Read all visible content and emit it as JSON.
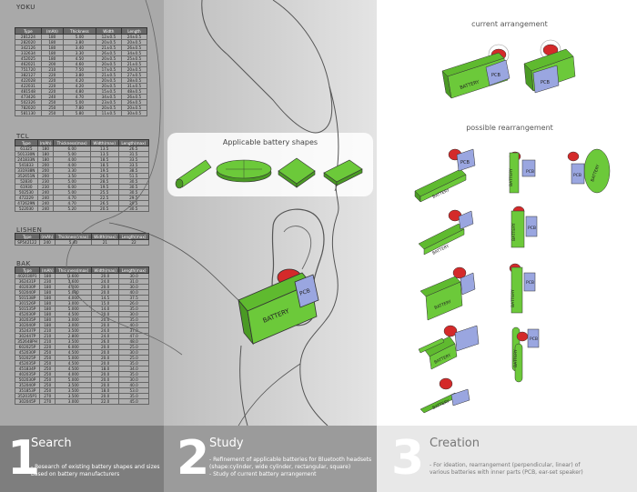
{
  "brands": [
    "YOKU",
    "TCL",
    "LISHEN",
    "BAK"
  ],
  "yoku": {
    "headers": [
      "Type",
      "(mAh)",
      "Thickness",
      "Width",
      "Length"
    ],
    "rows": [
      [
        "281224",
        "180",
        "5.00",
        "12±0.5",
        "24±0.5"
      ],
      [
        "282020",
        "180",
        "3.80",
        "20±0.5",
        "20±0.5"
      ],
      [
        "342126",
        "180",
        "3.40",
        "21±0.5",
        "26±0.5"
      ],
      [
        "332634",
        "180",
        "3.30",
        "26±0.5",
        "34±0.5"
      ],
      [
        "452025",
        "180",
        "4.50",
        "20±0.5",
        "25±0.5"
      ],
      [
        "462021",
        "200",
        "4.60",
        "20±0.5",
        "21±0.5"
      ],
      [
        "751720",
        "210",
        "7.50",
        "17±0.5",
        "20±0.5"
      ],
      [
        "382127",
        "220",
        "3.80",
        "21±0.5",
        "27±0.5"
      ],
      [
        "422028",
        "220",
        "4.20",
        "20±0.5",
        "28±0.5"
      ],
      [
        "422031",
        "220",
        "4.20",
        "20±0.5",
        "31±0.5"
      ],
      [
        "481548",
        "220",
        "4.80",
        "15±0.5",
        "48±0.5"
      ],
      [
        "473426",
        "240",
        "4.70",
        "34±0.5",
        "26±0.5"
      ],
      [
        "502326",
        "250",
        "5.00",
        "23±0.5",
        "26±0.5"
      ],
      [
        "782020",
        "250",
        "7.80",
        "20±0.5",
        "20±0.5"
      ],
      [
        "581130",
        "250",
        "5.80",
        "11±0.5",
        "30±0.5"
      ]
    ]
  },
  "tcl": {
    "headers": [
      "Type",
      "(mAh)",
      "Thickness(max)",
      "Width(max)",
      "Length(max)"
    ],
    "rows": [
      [
        "61325",
        "180",
        "6.00",
        "13.5",
        "26.5"
      ],
      [
        "501330N",
        "180",
        "5.00",
        "13.5",
        "31.5"
      ],
      [
        "241833N",
        "180",
        "4.00",
        "18.5",
        "33.5"
      ],
      [
        "541833",
        "200",
        "4.00",
        "18.5",
        "33.5"
      ],
      [
        "331938N",
        "200",
        "3.30",
        "19.5",
        "38.5"
      ],
      [
        "352651N",
        "200",
        "3.50",
        "26.5",
        "51.5"
      ],
      [
        "52830",
        "230",
        "5.00",
        "28.5",
        "30.5"
      ],
      [
        "61930",
        "230",
        "6.00",
        "19.5",
        "30.5"
      ],
      [
        "502530",
        "240",
        "5.00",
        "25.5",
        "30.5"
      ],
      [
        "472229",
        "240",
        "4.70",
        "22.5",
        "29.5"
      ],
      [
        "472629N",
        "240",
        "4.70",
        "26.5",
        "29.5"
      ],
      [
        "522030",
        "240",
        "5.20",
        "20.5",
        "30.5"
      ]
    ]
  },
  "lishen": {
    "headers": [
      "Type",
      "(mAh)",
      "Thickness(max)",
      "Width(max)",
      "Length(max)"
    ],
    "rows": [
      [
        "SP542122",
        "240",
        "5.40",
        "21",
        "22"
      ]
    ]
  },
  "bak": {
    "headers": [
      "Type",
      "(mAh)",
      "Thickness(max)",
      "Width(max)",
      "Length(max)"
    ],
    "rows": [
      [
        "402030P1",
        "180",
        "3.600",
        "20.0",
        "30.0"
      ],
      [
        "362431P",
        "230",
        "3.600",
        "24.0",
        "31.0"
      ],
      [
        "402030P",
        "180",
        "4.000",
        "20.0",
        "30.0"
      ],
      [
        "502040P",
        "180",
        "5.000",
        "20.0",
        "40.0"
      ],
      [
        "501538P",
        "180",
        "4.000",
        "14.5",
        "37.5"
      ],
      [
        "301526P",
        "180",
        "3.000",
        "15.0",
        "26.0"
      ],
      [
        "501535P",
        "180",
        "5.000",
        "14.0",
        "35.0"
      ],
      [
        "452030P",
        "180",
        "4.500",
        "20.0",
        "30.0"
      ],
      [
        "302035P",
        "180",
        "3.000",
        "20.0",
        "35.0"
      ],
      [
        "302040P",
        "180",
        "3.000",
        "20.0",
        "40.0"
      ],
      [
        "352437P",
        "210",
        "3.500",
        "24.0",
        "37.0"
      ],
      [
        "302447P",
        "210",
        "2.800",
        "24.0",
        "47.0"
      ],
      [
        "352648PH",
        "210",
        "3.500",
        "26.0",
        "48.0"
      ],
      [
        "602025P",
        "220",
        "6.000",
        "20.0",
        "25.0"
      ],
      [
        "452030P",
        "250",
        "4.500",
        "20.0",
        "30.0"
      ],
      [
        "502025P",
        "250",
        "5.000",
        "20.0",
        "25.0"
      ],
      [
        "452035P",
        "250",
        "4.500",
        "20.0",
        "35.0"
      ],
      [
        "451834P",
        "250",
        "4.500",
        "18.0",
        "34.0"
      ],
      [
        "402035P",
        "250",
        "4.000",
        "20.0",
        "35.0"
      ],
      [
        "502030P",
        "250",
        "5.000",
        "20.0",
        "30.0"
      ],
      [
        "352040P",
        "250",
        "3.500",
        "20.0",
        "40.0"
      ],
      [
        "351853P",
        "250",
        "3.500",
        "18.0",
        "53.0"
      ],
      [
        "352035P1",
        "270",
        "3.500",
        "20.0",
        "35.0"
      ],
      [
        "302045P",
        "270",
        "3.000",
        "22.0",
        "45.0"
      ]
    ]
  },
  "applicable_title": "Applicable battery shapes",
  "current_title": "current arrangement",
  "possible_title": "possible rearrangement",
  "battery_label": "BATTERY",
  "pcb_label": "PCB",
  "steps": [
    {
      "num": "1",
      "title": "Search",
      "desc": [
        "- Research of existing battery shapes and sizes",
        "  based on battery manufacturers"
      ]
    },
    {
      "num": "2",
      "title": "Study",
      "desc": [
        "- Refinement of applicable batteries for Bluetooth headsets",
        "  (shape:cylinder, wide cylinder, rectangular, square)",
        "- Study of current battery arrangement"
      ]
    },
    {
      "num": "3",
      "title": "Creation",
      "desc": [
        "- For ideation, rearrangement (perpendicular, linear) of",
        "  various batteries with inner parts (PCB, ear-set speaker)"
      ]
    }
  ],
  "colors": {
    "battery": "#6cc93a",
    "pcb": "#9aa6e0",
    "speaker": "#d42a2a"
  }
}
